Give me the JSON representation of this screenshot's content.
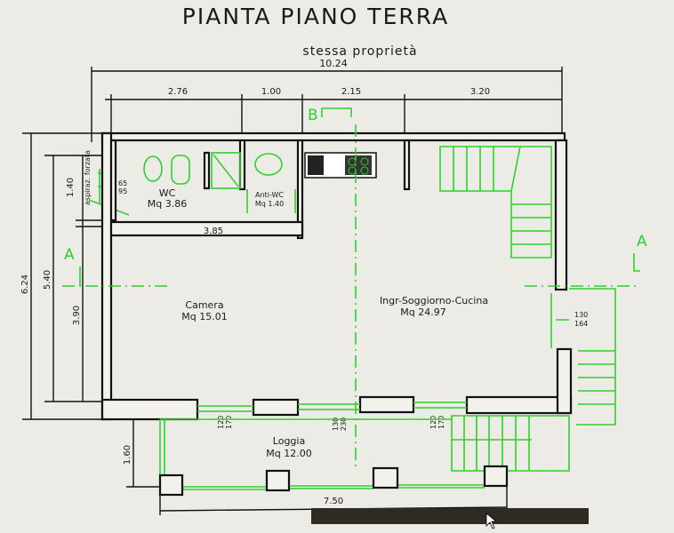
{
  "title": "PIANTA PIANO TERRA",
  "subtitle": "stessa proprietà",
  "dimensions": {
    "total_width": "10.24",
    "segments": [
      "2.76",
      "1.00",
      "2.15",
      "3.20"
    ],
    "total_height": "6.24",
    "inner_height": "5.40",
    "wc_height": "1.40",
    "camera_height": "3.90",
    "wc_wall": "3.85",
    "loggia_depth": "1.60",
    "loggia_width": "7.50",
    "aspiration_a": "65",
    "aspiration_b": "95",
    "window_1": [
      "120",
      "170"
    ],
    "window_2": [
      "130",
      "230"
    ],
    "window_3": [
      "120",
      "170"
    ],
    "door_right": [
      "130",
      "164"
    ]
  },
  "aspiration_note": "aspiraz. forzata",
  "rooms": {
    "wc": {
      "name": "WC",
      "area": "Mq 3.86"
    },
    "anti_wc": {
      "name": "Anti-WC",
      "area": "Mq 1.40"
    },
    "camera": {
      "name": "Camera",
      "area": "Mq 15.01"
    },
    "soggiorno": {
      "name": "Ingr-Soggiorno-Cucina",
      "area": "Mq 24.97"
    },
    "loggia": {
      "name": "Loggia",
      "area": "Mq 12.00"
    }
  },
  "section_markers": {
    "a_left": "A",
    "a_right": "A",
    "b": "B"
  },
  "colors": {
    "lines": "#111111",
    "green": "#2fd02f",
    "background": "#ecebe6"
  }
}
